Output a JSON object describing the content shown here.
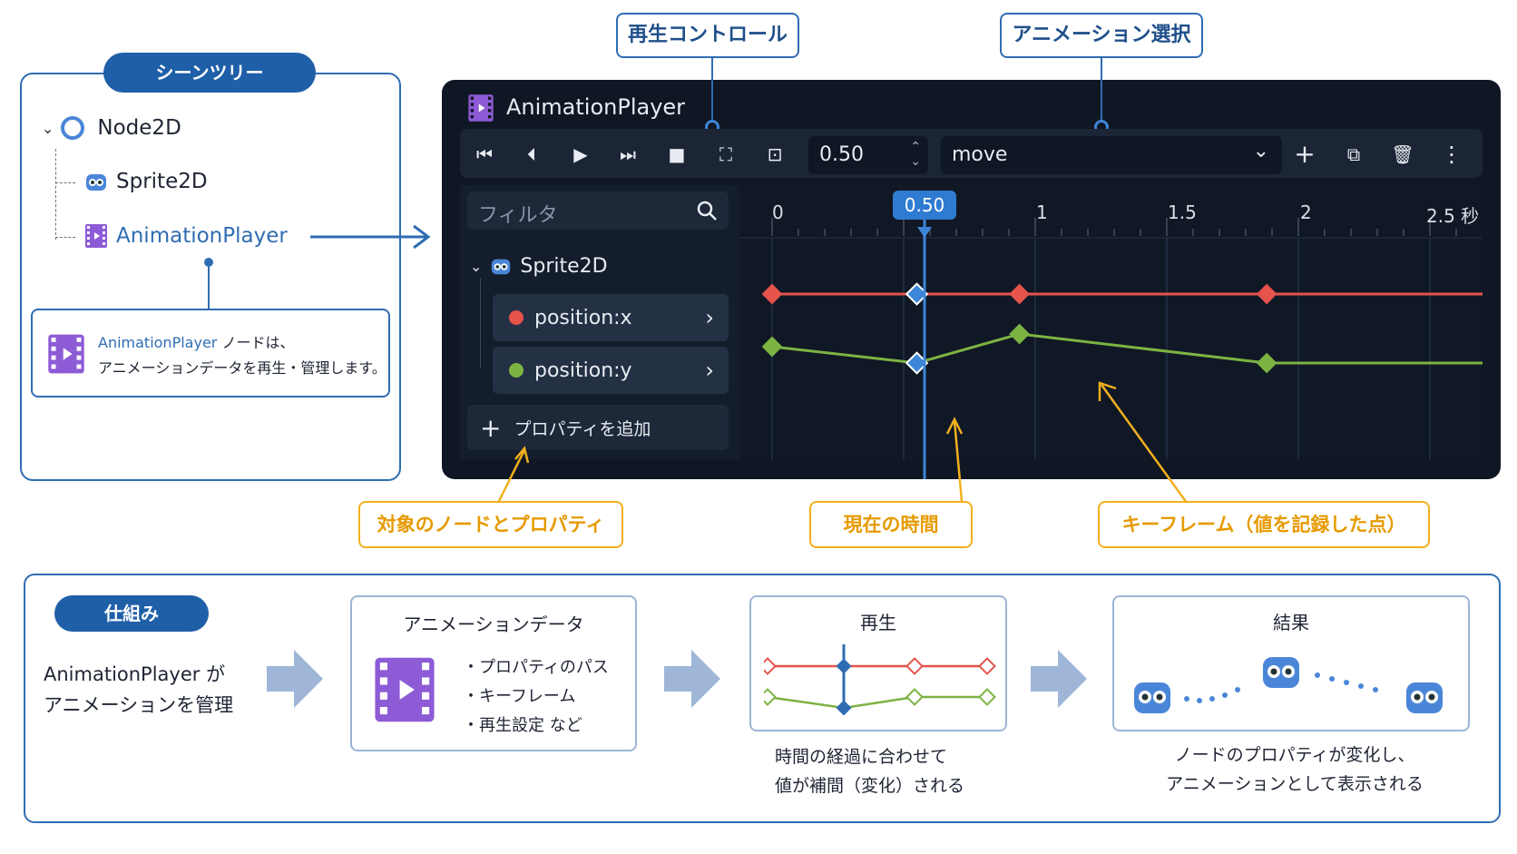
{
  "callouts": {
    "playback": "再生コントロール",
    "anim_select": "アニメーション選択",
    "target": "対象のノードとプロパティ",
    "current_time": "現在の時間",
    "keyframe": "キーフレーム（値を記録した点）"
  },
  "scene_tree": {
    "title": "シーンツリー",
    "root": "Node2D",
    "child1": "Sprite2D",
    "child2": "AnimationPlayer",
    "note_name": "AnimationPlayer",
    "note_line1": " ノードは、",
    "note_line2": "アニメーションデータを再生・管理します。"
  },
  "editor": {
    "title": "AnimationPlayer",
    "time_value": "0.50",
    "animation": "move",
    "filter_placeholder": "フィルタ",
    "track_node": "Sprite2D",
    "tracks": [
      {
        "label": "position:x",
        "color": "#e5534b"
      },
      {
        "label": "position:y",
        "color": "#7cb342"
      }
    ],
    "add_property": "プロパティを追加",
    "playhead": "0.50",
    "ruler": [
      "0",
      "1",
      "1.5",
      "2",
      "2.5 秒"
    ]
  },
  "mechanism": {
    "title": "仕組み",
    "desc_line1": "AnimationPlayer が",
    "desc_line2": "アニメーションを管理",
    "data_box": {
      "title": "アニメーションデータ",
      "items": [
        "・プロパティのパス",
        "・キーフレーム",
        "・再生設定 など"
      ]
    },
    "play_box": {
      "title": "再生",
      "caption_line1": "時間の経過に合わせて",
      "caption_line2": "値が補間（変化）される"
    },
    "result_box": {
      "title": "結果",
      "caption_line1": "ノードのプロパティが変化し、",
      "caption_line2": "アニメーションとして表示される"
    }
  },
  "colors": {
    "accent": "#1f5fa8",
    "callout_yellow": "#f2b01e",
    "track_x": "#e5534b",
    "track_y": "#7cb342",
    "keyframe_sel": "#3d85d8",
    "editor_bg": "#0f1724"
  }
}
